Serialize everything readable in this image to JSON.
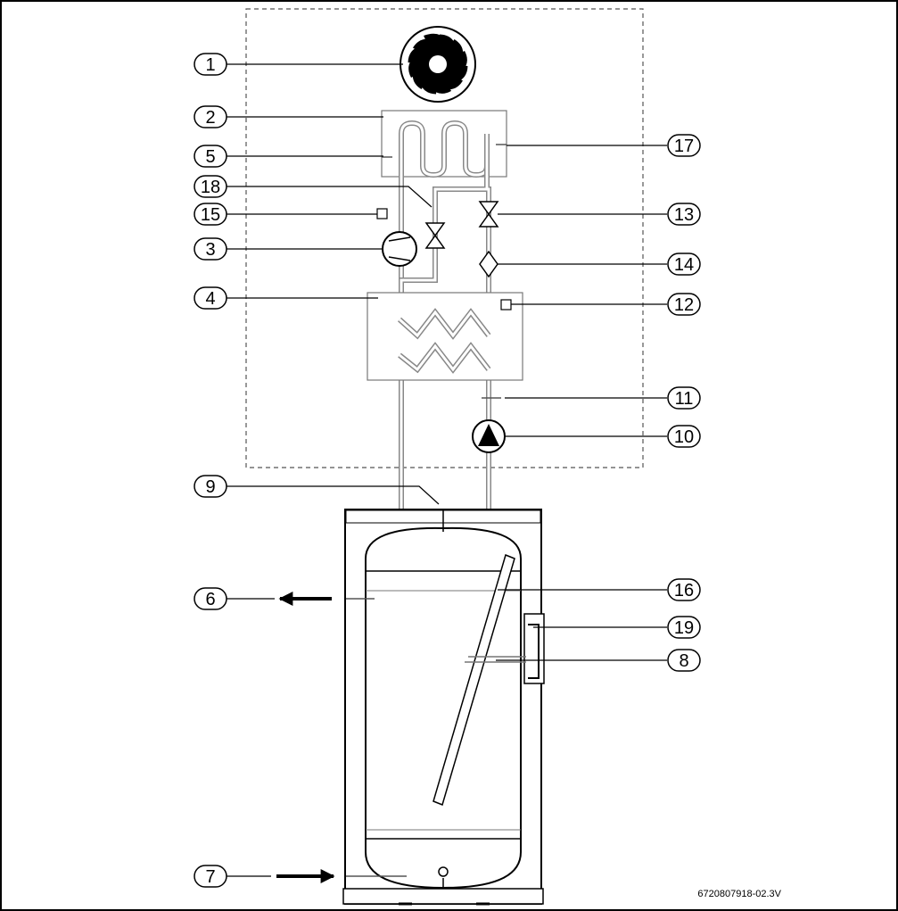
{
  "figure_code": "6720807918-02.3V",
  "callouts": [
    "1",
    "2",
    "5",
    "18",
    "15",
    "3",
    "4",
    "17",
    "13",
    "14",
    "12",
    "11",
    "10",
    "9",
    "6",
    "7",
    "16",
    "19",
    "8"
  ]
}
